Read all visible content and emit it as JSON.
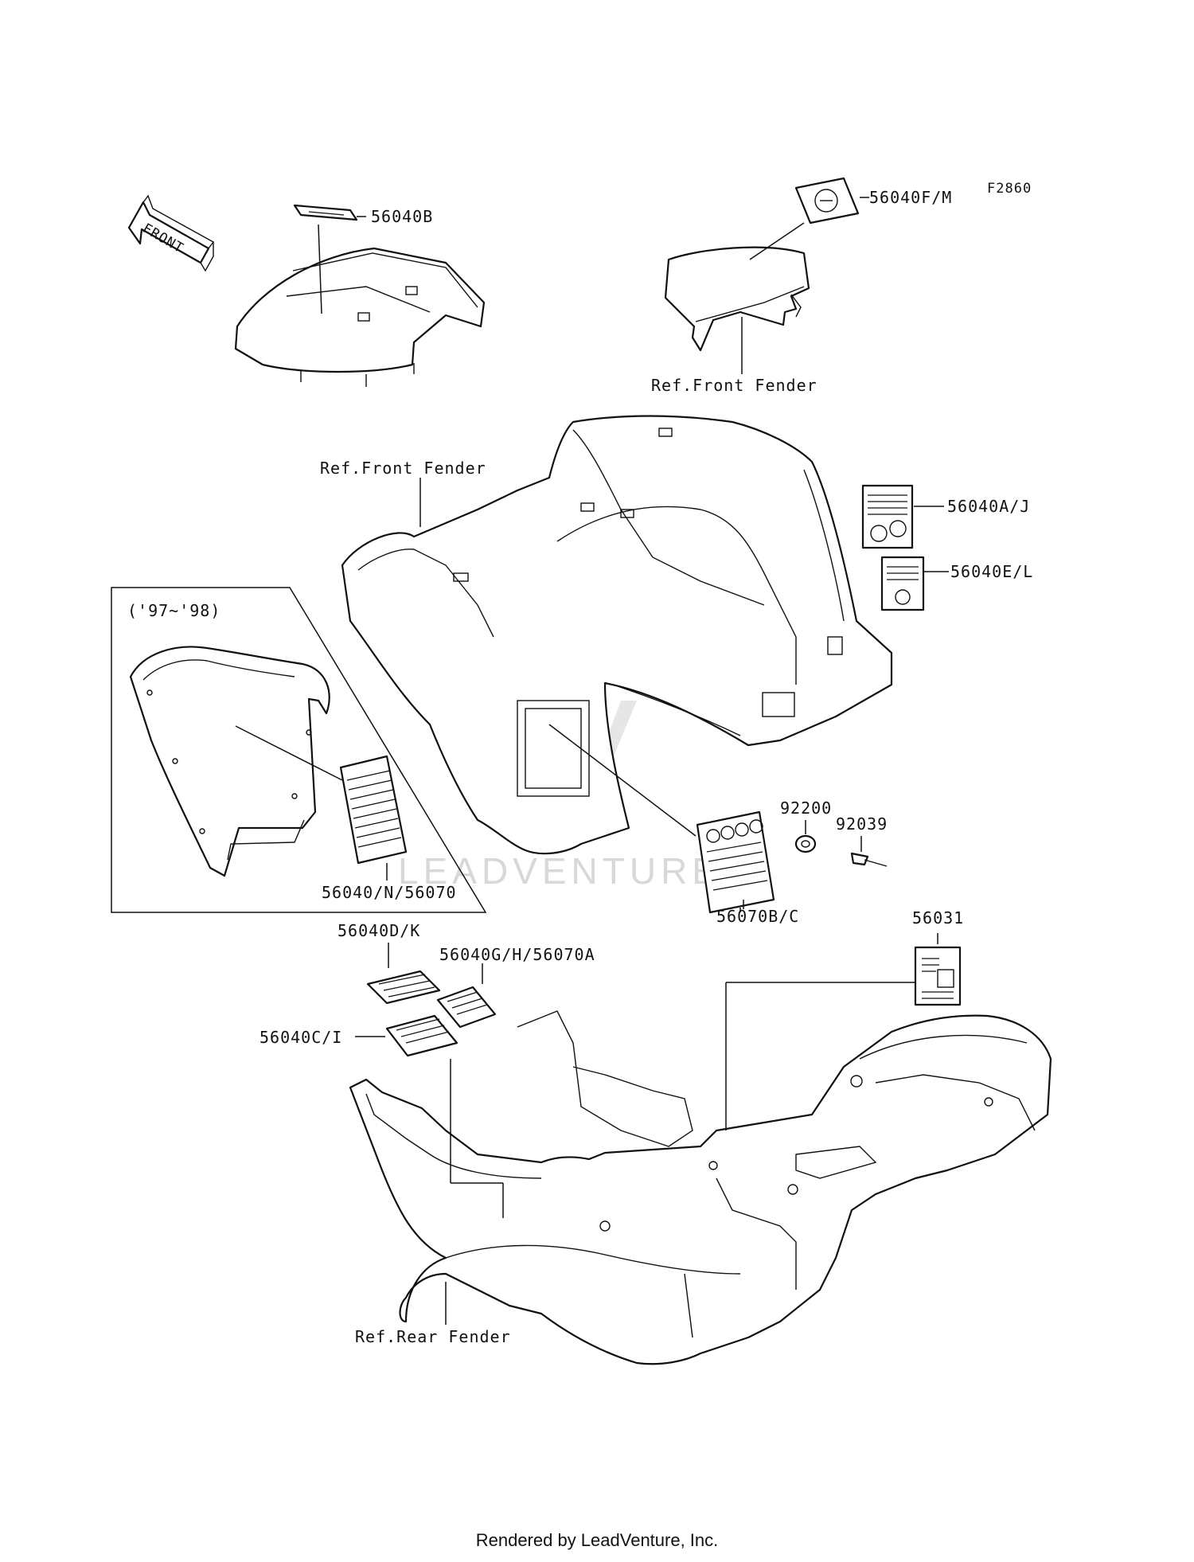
{
  "diagram_id": "F2860",
  "front_arrow_label": "FRONT",
  "watermark": "LEADVENTURE",
  "inset_label": "('97~'98)",
  "callouts": {
    "c_56040B": "56040B",
    "c_56040FM": "56040F/M",
    "c_ref_front_fender_1": "Ref.Front Fender",
    "c_ref_front_fender_2": "Ref.Front Fender",
    "c_56040AJ": "56040A/J",
    "c_56040EL": "56040E/L",
    "c_92200": "92200",
    "c_92039": "92039",
    "c_56040N56070": "56040/N/56070",
    "c_56070BC": "56070B/C",
    "c_56031": "56031",
    "c_56040DK": "56040D/K",
    "c_56040GH56070A": "56040G/H/56070A",
    "c_56040CI": "56040C/I",
    "c_ref_rear_fender": "Ref.Rear Fender"
  },
  "footer": "Rendered by LeadVenture, Inc."
}
